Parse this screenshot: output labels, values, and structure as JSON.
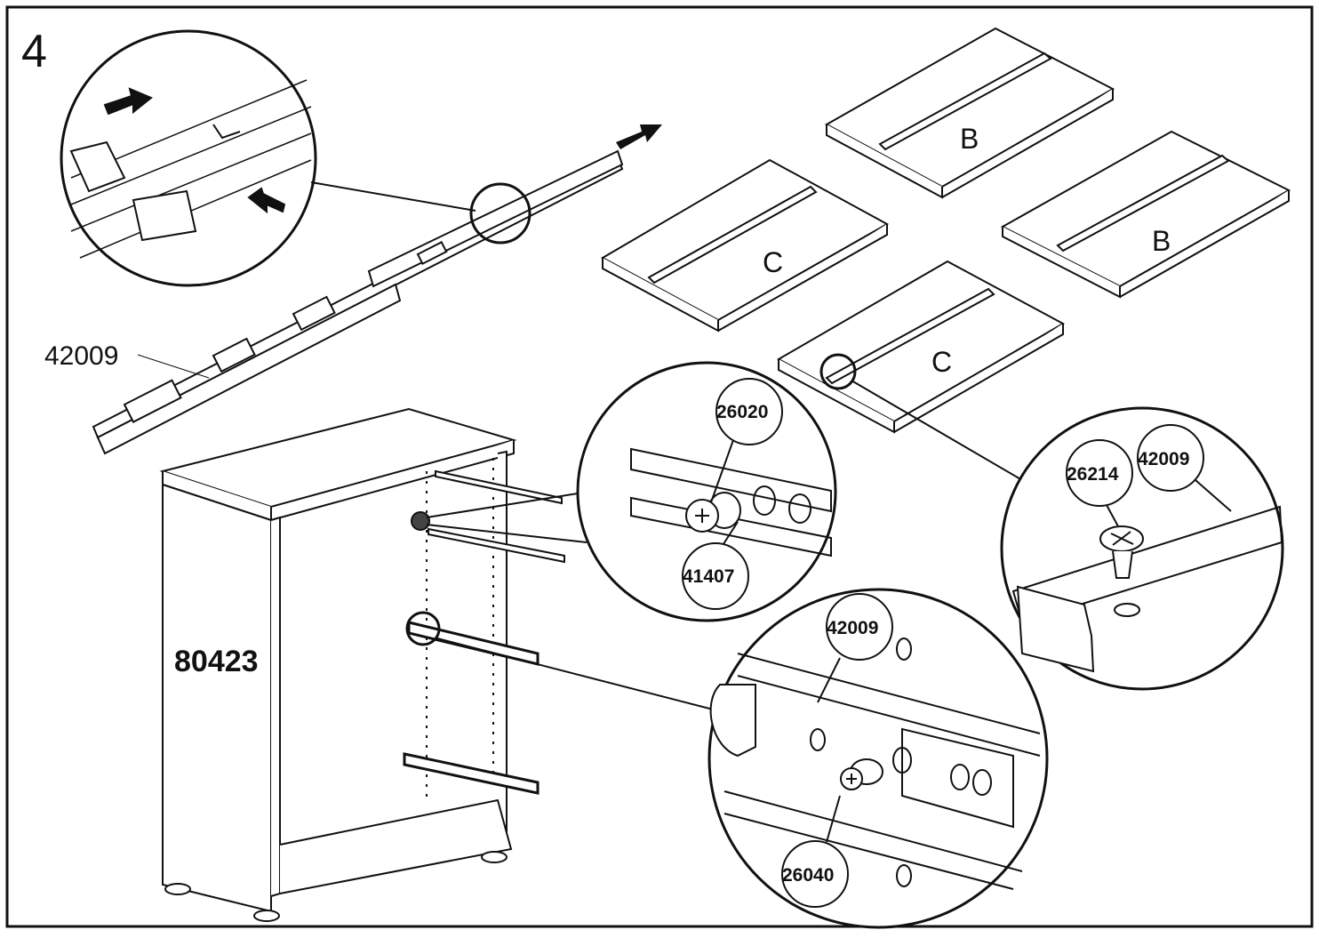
{
  "step_number": "4",
  "parts": {
    "slide_label": "42009",
    "cabinet_label": "80423"
  },
  "panels": [
    {
      "letter": "B"
    },
    {
      "letter": "B"
    },
    {
      "letter": "C"
    },
    {
      "letter": "C"
    }
  ],
  "callouts": {
    "screw_rail_detail": {
      "top": "26020",
      "bottom": "41407"
    },
    "drawer_detail": {
      "screw": "26214",
      "slide": "42009"
    },
    "cabinet_detail": {
      "slide": "42009",
      "screw": "26040"
    }
  }
}
